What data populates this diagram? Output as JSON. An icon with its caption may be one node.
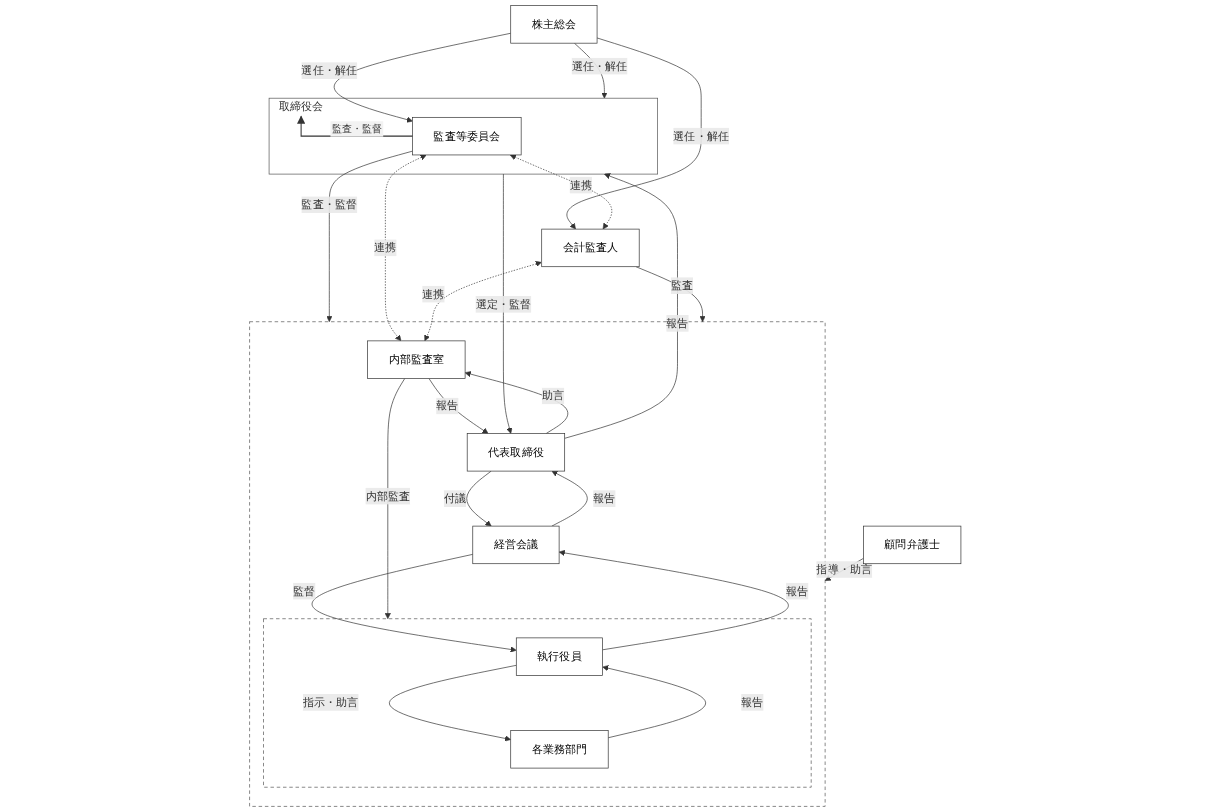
{
  "diagram": {
    "nodes": [
      {
        "text": [
          "株主総会"
        ]
      },
      {
        "text": [
          "取締役会"
        ]
      },
      {
        "text": [
          "監査等委員会"
        ],
        "in": 1
      },
      {
        "text": [],
        "shape": "box"
      },
      {
        "text": [
          "代表取締役"
        ],
        "in": 3
      },
      {
        "text": [
          "経営会議"
        ],
        "in": 3
      },
      {
        "text": [],
        "shape": "box",
        "in": 3
      },
      {
        "text": [
          "執行役員"
        ],
        "in": 6
      },
      {
        "text": [
          "各業務部門"
        ],
        "in": 6
      },
      {
        "text": [
          "内部監査室"
        ],
        "in": 3
      },
      {
        "text": [
          "会計監査人"
        ]
      },
      {
        "text": [
          "顧問弁護士"
        ]
      }
    ],
    "edges": [
      {
        "from": 0,
        "to": 1,
        "arrow": "to",
        "label": "選任・解任"
      },
      {
        "from": 0,
        "to": 2,
        "arrow": "to",
        "label": "選任・解任"
      },
      {
        "from": 0,
        "to": 10,
        "arrow": "to",
        "label": "選任・解任"
      },
      {
        "from": 2,
        "to": 1,
        "arrow": "to",
        "label": "監査・監督"
      },
      {
        "from": 2,
        "to": 3,
        "arrow": "to",
        "label": "監査・監督"
      },
      {
        "from": 1,
        "to": 4,
        "arrow": "to",
        "label": "選定・監督"
      },
      {
        "from": 4,
        "to": 1,
        "arrow": "to",
        "label": "報告"
      },
      {
        "from": 4,
        "to": 9,
        "arrow": "to",
        "label": "助言"
      },
      {
        "from": 9,
        "to": 4,
        "arrow": "to",
        "label": "報告"
      },
      {
        "from": 4,
        "to": 5,
        "arrow": "to",
        "label": "付議"
      },
      {
        "from": 5,
        "to": 4,
        "arrow": "to",
        "label": "報告"
      },
      {
        "from": 5,
        "to": 7,
        "arrow": "to",
        "label": "監督"
      },
      {
        "from": 7,
        "to": 5,
        "arrow": "to",
        "label": "報告"
      },
      {
        "from": 7,
        "to": 8,
        "arrow": "to",
        "label": "指示・助言"
      },
      {
        "from": 8,
        "to": 7,
        "arrow": "to",
        "label": "報告"
      },
      {
        "from": 9,
        "to": 6,
        "arrow": "to",
        "label": "内部監査"
      },
      {
        "from": 2,
        "to": 10,
        "arrow": "both",
        "label": "連携",
        "style": "dashed"
      },
      {
        "from": 2,
        "to": 9,
        "arrow": "both",
        "label": "連携",
        "style": "dashed"
      },
      {
        "from": 10,
        "to": 9,
        "arrow": "both",
        "label": "連携",
        "style": "dashed"
      },
      {
        "from": 10,
        "to": 3,
        "arrow": "to",
        "label": "監査"
      },
      {
        "from": 11,
        "to": 3,
        "arrow": "to",
        "label": "指導・助言"
      }
    ]
  }
}
